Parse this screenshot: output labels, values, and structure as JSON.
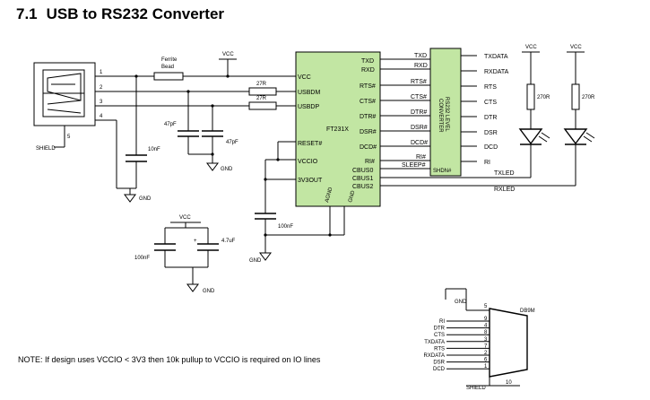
{
  "heading": {
    "number": "7.1",
    "title": "USB to RS232 Converter"
  },
  "colors": {
    "ic_fill": "#c2e6a3",
    "wire": "#000000",
    "background": "#ffffff"
  },
  "usb": {
    "pins": [
      "1",
      "2",
      "3",
      "4"
    ],
    "shield_pin": "5",
    "shield_label": "SHIELD"
  },
  "passives": {
    "ferrite_bead": "Ferrite\nBead",
    "r_usbdm": "27R",
    "r_usbdp": "27R",
    "c_47pf_left": "47pF",
    "c_47pf_right": "47pF",
    "c_10nf": "10nF",
    "c_100nf_vccio": "100nF",
    "c_100nf_decouple": "100nF",
    "c_4u7": "4.7uF",
    "plus_sign": "+",
    "r_led_txd": "270R",
    "r_led_rxd": "270R"
  },
  "power": {
    "vcc": "VCC",
    "gnd": "GND"
  },
  "ft231x": {
    "name": "FT231X",
    "left_pins": [
      "VCC",
      "USBDM",
      "USBDP",
      "RESET#",
      "VCCIO",
      "3V3OUT"
    ],
    "right_pins": [
      "TXD",
      "RXD",
      "RTS#",
      "CTS#",
      "DTR#",
      "DSR#",
      "DCD#",
      "RI#",
      "CBUS0",
      "CBUS1",
      "CBUS2"
    ],
    "bottom_pins": [
      "AGND",
      "GND"
    ]
  },
  "level_converter": {
    "name": "RS232 LEVEL\nCONVERTER",
    "left_pins": [
      "TXD",
      "RXD",
      "RTS#",
      "CTS#",
      "DTR#",
      "DSR#",
      "DCD#",
      "RI#",
      "SLEEP#"
    ],
    "shutdown_pin": "SHDN#",
    "outputs": [
      "TXDATA",
      "RXDATA",
      "RTS",
      "CTS",
      "DTR",
      "DSR",
      "DCD",
      "RI"
    ]
  },
  "leds": {
    "txled": "TXLED",
    "rxled": "RXLED"
  },
  "db9": {
    "name": "DB9M",
    "signals": [
      "RI",
      "DTR",
      "CTS",
      "TXDATA",
      "RTS",
      "RXDATA",
      "DSR",
      "DCD"
    ],
    "pin_numbers": [
      "9",
      "4",
      "8",
      "3",
      "7",
      "2",
      "6",
      "1"
    ],
    "top_pin": "5",
    "shield": "SHIELD",
    "shield_pin": "10"
  },
  "note": "NOTE: If design uses VCCIO < 3V3 then 10k pullup to VCCIO is required on IO lines"
}
